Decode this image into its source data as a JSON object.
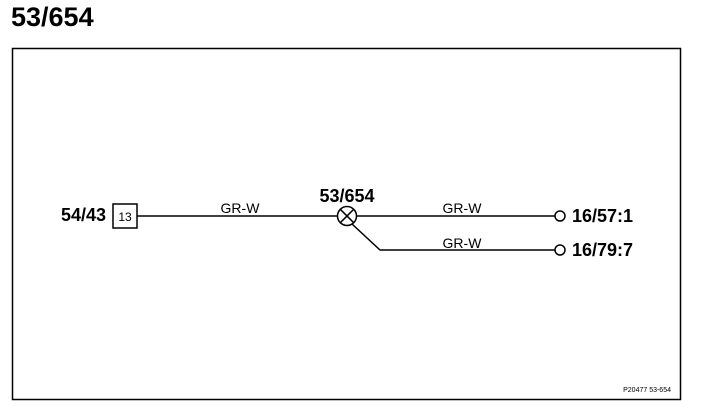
{
  "title": "53/654",
  "frame": {
    "reference_code": "P20477  53-654"
  },
  "left_connector": {
    "id": "54/43",
    "pin": "13"
  },
  "splice": {
    "id": "53/654"
  },
  "wires": [
    {
      "color_code": "GR-W"
    },
    {
      "color_code": "GR-W"
    },
    {
      "color_code": "GR-W"
    }
  ],
  "terminals": [
    {
      "id": "16/57:1"
    },
    {
      "id": "16/79:7"
    }
  ],
  "colors": {
    "line": "#000000",
    "background": "#ffffff"
  }
}
